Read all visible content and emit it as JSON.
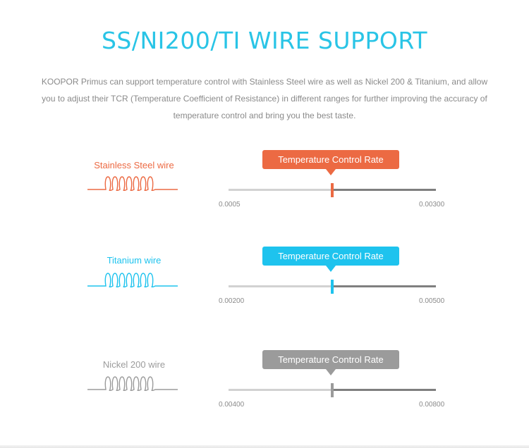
{
  "header": {
    "title": "SS/NI200/TI WIRE SUPPORT",
    "description": "KOOPOR Primus can support temperature control with Stainless Steel wire as well as Nickel 200 & Titanium, and allow you to adjust their TCR (Temperature Coefficient of Resistance) in different ranges for further improving the accuracy of temperature control and bring you the best taste."
  },
  "wires": [
    {
      "label": "Stainless Steel wire",
      "color": "#ec6a43",
      "callout": "Temperature Control Rate",
      "min_label": "0.0005",
      "max_label": "0.00300",
      "level": 0.5,
      "icon": "coil-icon"
    },
    {
      "label": "Titanium wire",
      "color": "#1ec3ee",
      "callout": "Temperature Control Rate",
      "min_label": "0.00200",
      "max_label": "0.00500",
      "level": 0.5,
      "icon": "coil-icon"
    },
    {
      "label": "Nickel  200 wire",
      "color": "#9b9b9b",
      "callout": "Temperature Control Rate",
      "min_label": "0.00400",
      "max_label": "0.00800",
      "level": 0.5,
      "icon": "coil-icon"
    }
  ]
}
